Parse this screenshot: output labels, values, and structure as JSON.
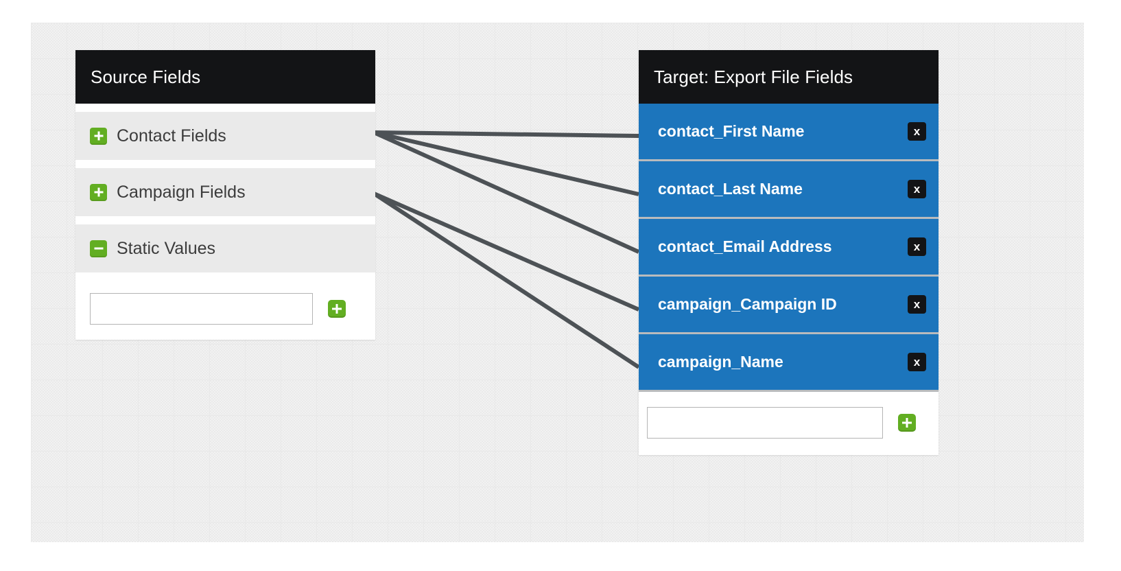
{
  "source_panel": {
    "title": "Source Fields",
    "rows": [
      {
        "label": "Contact Fields",
        "icon": "plus-square-icon",
        "state": "collapsed"
      },
      {
        "label": "Campaign Fields",
        "icon": "plus-square-icon",
        "state": "collapsed"
      },
      {
        "label": "Static Values",
        "icon": "minus-square-icon",
        "state": "expanded"
      }
    ],
    "add_field": {
      "value": "",
      "placeholder": "",
      "button_icon": "plus-icon"
    }
  },
  "target_panel": {
    "title": "Target: Export File Fields",
    "rows": [
      {
        "label": "contact_First Name",
        "remove_label": "x"
      },
      {
        "label": "contact_Last Name",
        "remove_label": "x"
      },
      {
        "label": "contact_Email Address",
        "remove_label": "x"
      },
      {
        "label": "campaign_Campaign ID",
        "remove_label": "x"
      },
      {
        "label": "campaign_Name",
        "remove_label": "x"
      }
    ],
    "add_field": {
      "value": "",
      "placeholder": "",
      "button_icon": "plus-icon"
    }
  },
  "connections": [
    {
      "from": "Contact Fields",
      "to": "contact_First Name"
    },
    {
      "from": "Contact Fields",
      "to": "contact_Last Name"
    },
    {
      "from": "Contact Fields",
      "to": "contact_Email Address"
    },
    {
      "from": "Campaign Fields",
      "to": "campaign_Campaign ID"
    },
    {
      "from": "Campaign Fields",
      "to": "campaign_Name"
    }
  ],
  "colors": {
    "header_dark": "#131416",
    "target_row_blue": "#1c75bc",
    "accent_green": "#62ae22",
    "source_row_grey": "#eaeaea",
    "connector_line": "#4d5256",
    "canvas_bg": "#f2f2f2"
  }
}
